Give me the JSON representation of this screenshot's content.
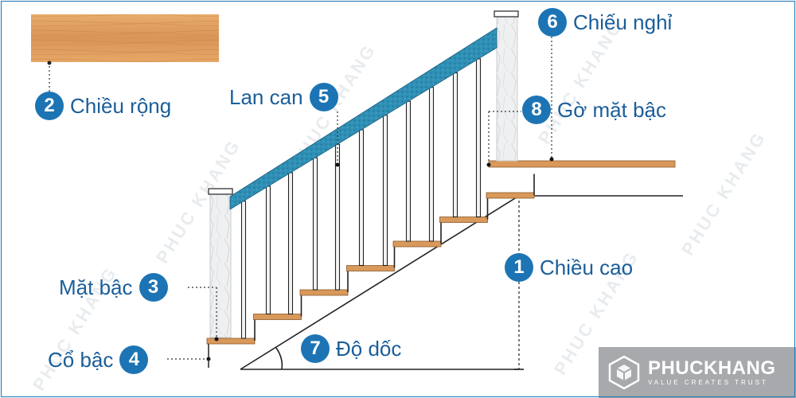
{
  "labels": [
    {
      "num": "1",
      "text": "Chiều cao"
    },
    {
      "num": "2",
      "text": "Chiều rộng"
    },
    {
      "num": "3",
      "text": "Mặt bậc"
    },
    {
      "num": "4",
      "text": "Cổ bậc"
    },
    {
      "num": "5",
      "text": "Lan can"
    },
    {
      "num": "6",
      "text": "Chiếu nghỉ"
    },
    {
      "num": "7",
      "text": "Độ dốc"
    },
    {
      "num": "8",
      "text": "Gờ mặt bậc"
    }
  ],
  "watermark": "PHUC KHANG",
  "logo": {
    "brand": "PHUCKHANG",
    "tagline": "VALUE CREATES TRUST"
  },
  "colors": {
    "accent": "#1c74b4",
    "label_text": "#1a5e9a",
    "wood": "#d9995b",
    "handrail": "#2f8fb5",
    "post": "#eceeef",
    "logo_bg": "#a7a9ac"
  }
}
